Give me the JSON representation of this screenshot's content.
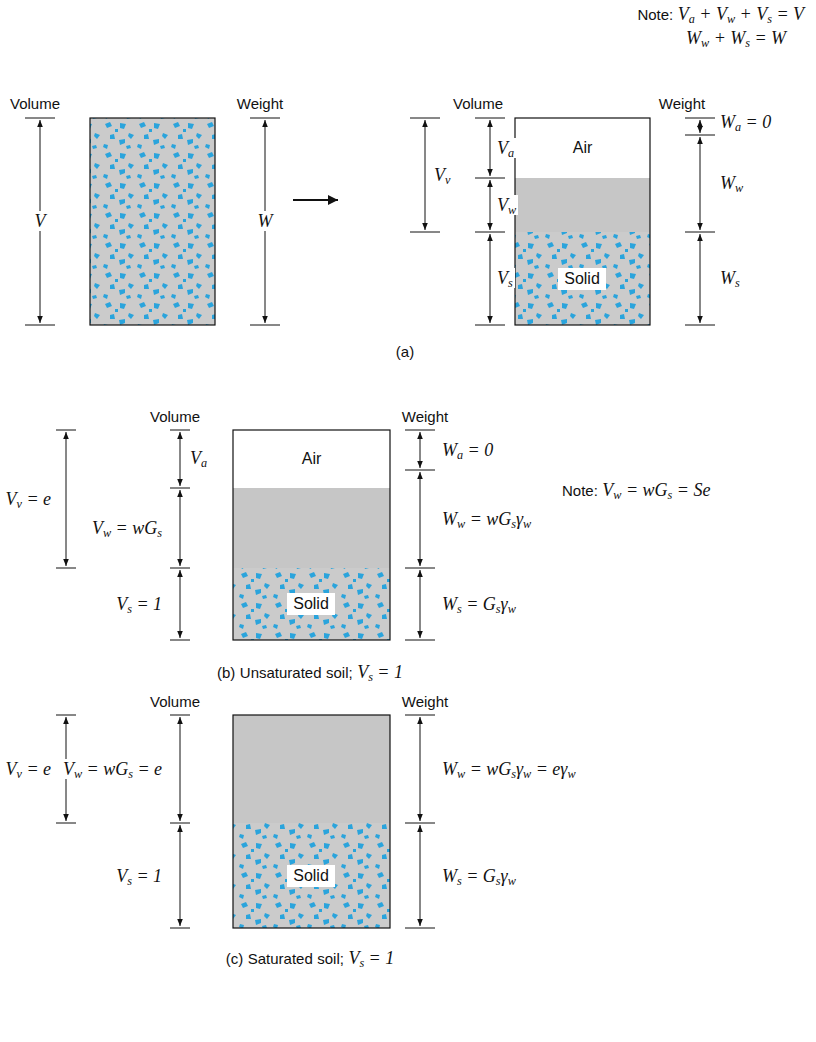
{
  "diagram": {
    "nodes": [
      {
        "text": [
          "Air"
        ]
      },
      {
        "text": [
          "Solid"
        ]
      },
      {
        "text": [
          "Air"
        ]
      },
      {
        "text": [
          "Solid"
        ]
      },
      {
        "text": [
          "Solid"
        ]
      }
    ],
    "labels": [
      "Note: Va + Vw + Vs = V",
      "Ww + Ws = W",
      "Volume",
      "Weight",
      "V",
      "W",
      "Volume",
      "Vv",
      "Va",
      "Vw",
      "Vs",
      "Weight",
      "Wa = 0",
      "Ww",
      "Ws",
      "(a)",
      "Volume",
      "Weight",
      "Vv = e",
      "Va",
      "Vw = wGs",
      "Vs = 1",
      "Wa = 0",
      "Ww = wGsγw",
      "Ws = Gsγw",
      "Note: Vw = wGs = Se",
      "(b) Unsaturated soil; Vs = 1",
      "Volume",
      "Weight",
      "Vv = e",
      "Vw = wGs = e",
      "Vs = 1",
      "Ww = wGsγw = eγw",
      "Ws = Gsγw",
      "(c) Saturated soil; Vs = 1"
    ]
  }
}
